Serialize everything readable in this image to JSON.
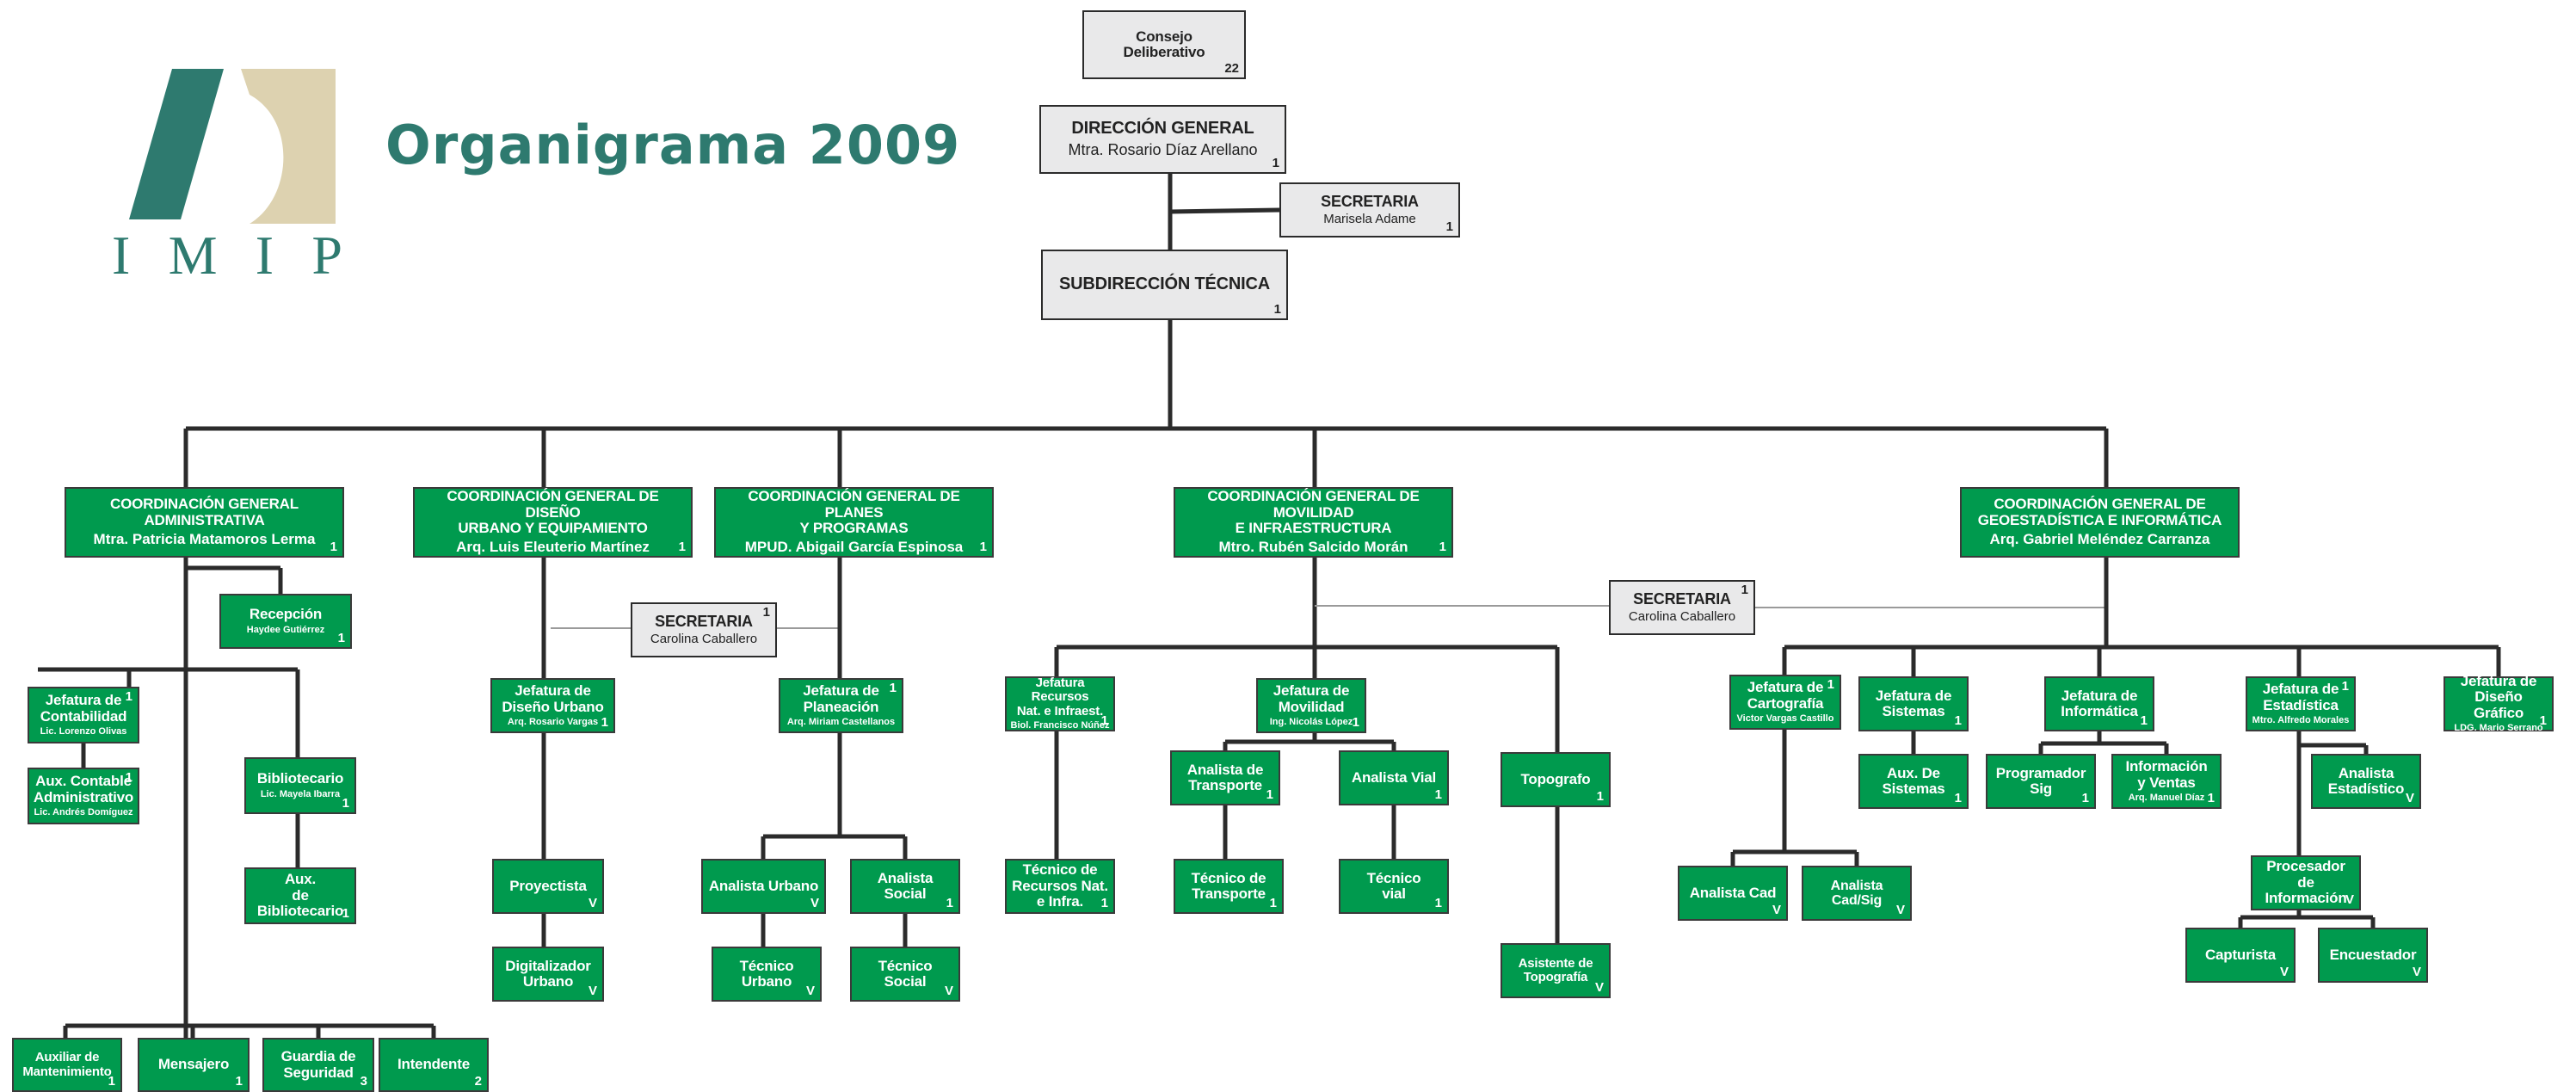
{
  "header": {
    "title": "Organigrama 2009",
    "logo_text": [
      "I",
      "M",
      "I",
      "P"
    ]
  },
  "colors": {
    "green": "#009a4e",
    "gray": "#e9e9ea",
    "teal": "#2e7a6f",
    "beige": "#ddd2b0",
    "line": "#2b2b2b"
  },
  "nodes": {
    "consejo": {
      "title": "Consejo\nDeliberativo",
      "count": "22"
    },
    "direccion": {
      "title": "DIRECCIÓN GENERAL",
      "person": "Mtra. Rosario Díaz Arellano",
      "count": "1"
    },
    "secretaria_dg": {
      "title": "SECRETARIA",
      "person": "Marisela Adame",
      "count": "1"
    },
    "subdireccion": {
      "title": "SUBDIRECCIÓN  TÉCNICA",
      "count": "1"
    },
    "coord_admin": {
      "title": "COORDINACIÓN GENERAL ADMINISTRATIVA",
      "person": "Mtra. Patricia Matamoros Lerma",
      "count": "1"
    },
    "coord_diseno": {
      "title": "COORDINACIÓN GENERAL DE DISEÑO\nURBANO Y EQUIPAMIENTO",
      "person": "Arq. Luis Eleuterio Martínez",
      "count": "1"
    },
    "coord_planes": {
      "title": "COORDINACIÓN GENERAL DE PLANES\nY PROGRAMAS",
      "person": "MPUD. Abigail García Espinosa",
      "count": "1"
    },
    "coord_movilidad": {
      "title": "COORDINACIÓN GENERAL  DE MOVILIDAD\nE INFRAESTRUCTURA",
      "person": "Mtro. Rubén Salcido Morán",
      "count": "1"
    },
    "coord_geo": {
      "title": "COORDINACIÓN GENERAL DE\nGEOESTADÍSTICA E INFORMÁTICA",
      "person": "Arq. Gabriel Meléndez Carranza",
      "count": ""
    },
    "recepcion": {
      "title": "Recepción",
      "person": "Haydee Gutiérrez",
      "count": "1"
    },
    "jef_contabilidad": {
      "title": "Jefatura de\nContabilidad",
      "person": "Lic. Lorenzo Olivas",
      "count": "1"
    },
    "aux_contable": {
      "title": "Aux. Contable\nAdministrativo",
      "person": "Lic. Andrés Domíguez",
      "count": "1"
    },
    "bibliotecario": {
      "title": "Bibliotecario",
      "person": "Lic. Mayela Ibarra",
      "count": "1"
    },
    "aux_biblio": {
      "title": "Aux.\nde Bibliotecario",
      "count": "1"
    },
    "aux_mant": {
      "title": "Auxiliar de\nMantenimiento",
      "count": "1"
    },
    "mensajero": {
      "title": "Mensajero",
      "count": "1"
    },
    "guardia": {
      "title": "Guardia de\nSeguridad",
      "count": "3"
    },
    "intendente": {
      "title": "Intendente",
      "count": "2"
    },
    "secretaria_mid": {
      "title": "SECRETARIA",
      "person": "Carolina Caballero",
      "count": "1"
    },
    "jef_diseno": {
      "title": "Jefatura de\nDiseño Urbano",
      "person": "Arq. Rosario Vargas",
      "count": "1"
    },
    "proyectista": {
      "title": "Proyectista",
      "count": "V"
    },
    "digitalizador": {
      "title": "Digitalizador\nUrbano",
      "count": "V"
    },
    "jef_planeacion": {
      "title": "Jefatura de\nPlaneación",
      "person": "Arq. Miriam Castellanos",
      "count": "1"
    },
    "analista_urbano": {
      "title": "Analista Urbano",
      "count": "V"
    },
    "analista_social": {
      "title": "Analista\nSocial",
      "count": "1"
    },
    "tecnico_urbano": {
      "title": "Técnico\nUrbano",
      "count": "V"
    },
    "tecnico_social": {
      "title": "Técnico\nSocial",
      "count": "V"
    },
    "jef_recursos": {
      "title": "Jefatura Recursos\nNat. e Infraest.",
      "person": "Biol. Francisco Núñez",
      "count": "1"
    },
    "tec_recursos": {
      "title": "Técnico de\nRecursos Nat.\ne Infra.",
      "count": "1"
    },
    "jef_movilidad": {
      "title": "Jefatura de\nMovilidad",
      "person": "Ing. Nicolás López",
      "count": "1"
    },
    "analista_transporte": {
      "title": "Analista de\nTransporte",
      "count": "1"
    },
    "tec_transporte": {
      "title": "Técnico de\nTransporte",
      "count": "1"
    },
    "analista_vial": {
      "title": "Analista Vial",
      "count": "1"
    },
    "tec_vial": {
      "title": "Técnico\nvial",
      "count": "1"
    },
    "topografo": {
      "title": "Topografo",
      "count": "1"
    },
    "asist_topografo": {
      "title": "Asistente de\nTopografía",
      "count": "V"
    },
    "secretaria_right": {
      "title": "SECRETARIA",
      "person": "Carolina Caballero",
      "count": "1"
    },
    "jef_cartografia": {
      "title": "Jefatura  de\nCartografía",
      "person": "Victor Vargas Castillo",
      "count": "1"
    },
    "analista_cad": {
      "title": "Analista Cad",
      "count": "V"
    },
    "analista_cadsig": {
      "title": "Analista Cad/Sig",
      "count": "V"
    },
    "jef_sistemas": {
      "title": "Jefatura de\nSistemas",
      "count": "1"
    },
    "aux_sistemas": {
      "title": "Aux. De\nSistemas",
      "count": "1"
    },
    "jef_informatica": {
      "title": "Jefatura de\nInformática",
      "count": "1"
    },
    "programador": {
      "title": "Programador\nSig",
      "count": "1"
    },
    "info_ventas": {
      "title": "Información\ny Ventas",
      "person": "Arq. Manuel Díaz",
      "count": "1"
    },
    "jef_estadistica": {
      "title": "Jefatura de\nEstadística",
      "person": "Mtro. Alfredo Morales",
      "count": "1"
    },
    "analista_estadistico": {
      "title": "Analista\nEstadístico",
      "count": "V"
    },
    "procesador": {
      "title": "Procesador de\nInformación",
      "count": "V"
    },
    "capturista": {
      "title": "Capturista",
      "count": "V"
    },
    "encuestador": {
      "title": "Encuestador",
      "count": "V"
    },
    "jef_diseno_grafico": {
      "title": "Jefatura de\nDiseño  Gráfico",
      "person": "LDG. Mario Serrano",
      "count": "1"
    }
  }
}
